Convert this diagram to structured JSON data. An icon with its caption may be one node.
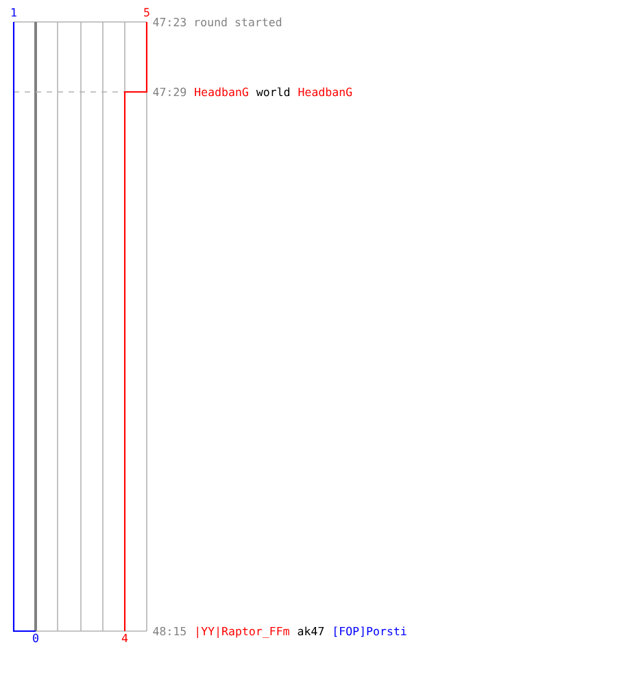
{
  "diagram": {
    "labels": [
      "1",
      "5",
      "47:23 round started",
      "47:29",
      "HeadbanG",
      "world",
      "HeadbanG",
      "48:15",
      "|YY|Raptor_FFm",
      "ak47",
      "[FOP]Porsti",
      "0",
      "4"
    ]
  }
}
